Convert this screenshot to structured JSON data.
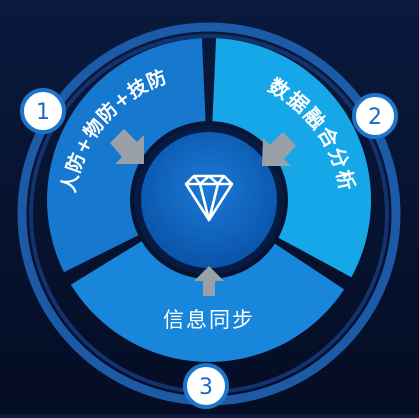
{
  "segments": [
    {
      "label": "人防+物防+技防",
      "number": "1",
      "color": "#1678cf"
    },
    {
      "label": "数据融合分析",
      "number": "2",
      "color": "#16a7e9"
    },
    {
      "label": "信息同步",
      "number": "3",
      "color": "#1886da"
    }
  ],
  "center": {
    "icon": "diamond-icon"
  },
  "arrow_icon": "arrow-icon",
  "colors": {
    "background": "#06122f",
    "outer_ring": "#1f63b5",
    "center_disc": "#0a5db8",
    "arrow": "#9aa0a8",
    "badge_border": "#1c75c8",
    "badge_text": "#1c6cc4"
  }
}
